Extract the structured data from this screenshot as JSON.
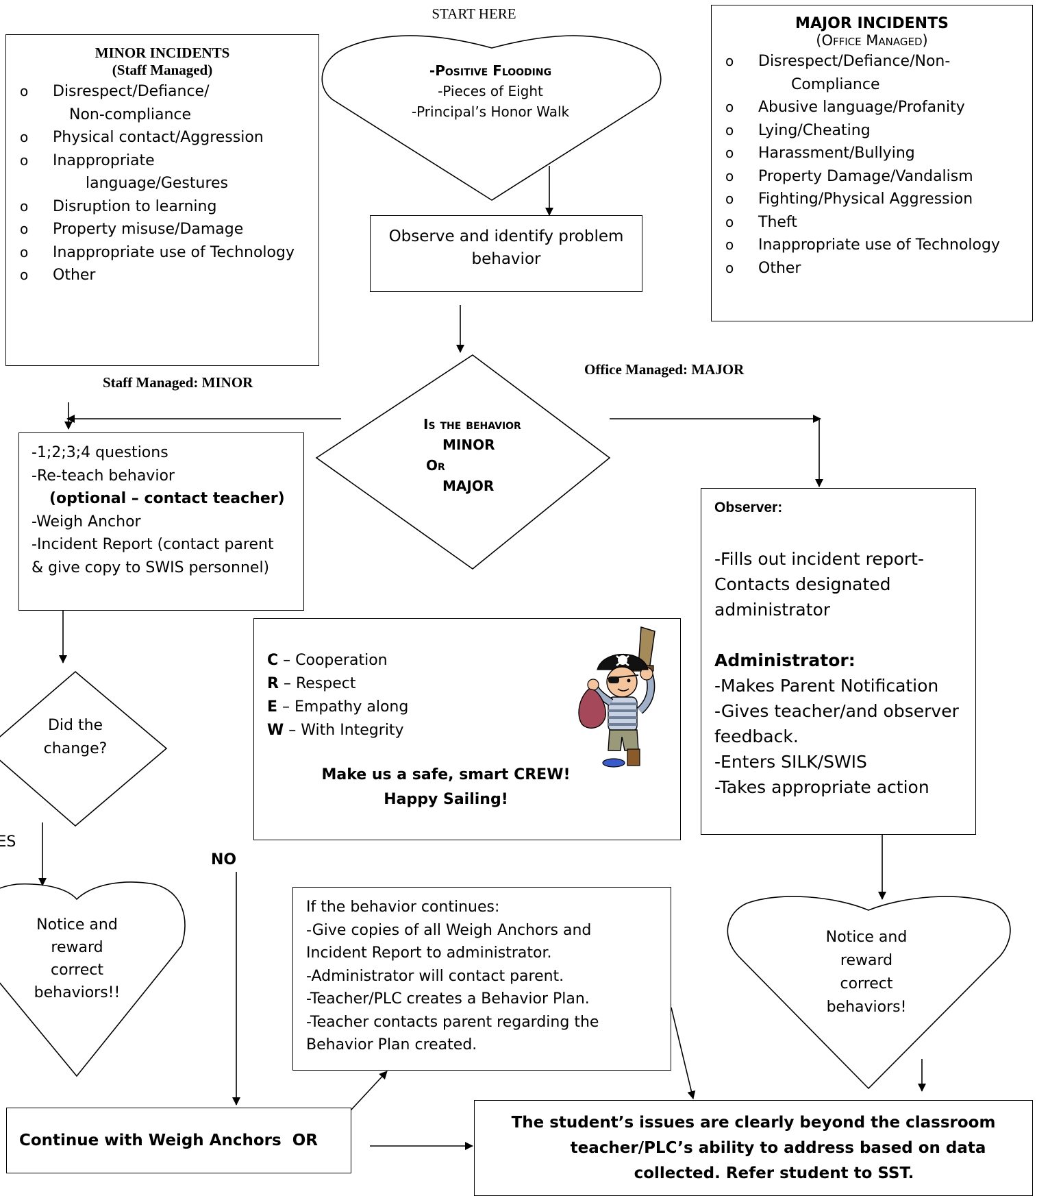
{
  "start_label": "START HERE",
  "positive_heart": {
    "title": "-Positive Flooding",
    "items": [
      "-Pieces of Eight",
      "-Principal’s Honor Walk"
    ]
  },
  "minor_box": {
    "title": "MINOR INCIDENTS",
    "subtitle": "(Staff Managed)",
    "items": [
      [
        "Disrespect/Defiance/",
        "Non-compliance"
      ],
      [
        "Physical contact/Aggression"
      ],
      [
        "Inappropriate",
        "language/Gestures"
      ],
      [
        "Disruption to learning"
      ],
      [
        "Property misuse/Damage"
      ],
      [
        "Inappropriate use of Technology"
      ],
      [
        "Other"
      ]
    ]
  },
  "major_box": {
    "title": "MAJOR INCIDENTS",
    "subtitle": "(Office Managed)",
    "items": [
      [
        "Disrespect/Defiance/Non-",
        "Compliance"
      ],
      [
        "Abusive language/Profanity"
      ],
      [
        "Lying/Cheating"
      ],
      [
        "Harassment/Bullying"
      ],
      [
        "Property Damage/Vandalism"
      ],
      [
        "Fighting/Physical Aggression"
      ],
      [
        "Theft"
      ],
      [
        "Inappropriate use of Technology"
      ],
      [
        "Other"
      ]
    ]
  },
  "observe_box": {
    "line1": "Observe and identify problem",
    "line2": "behavior"
  },
  "decision": {
    "line1": "Is the behavior",
    "line2": "MINOR",
    "line3": "Or",
    "line4": "MAJOR",
    "left_label_a": "Staff Managed",
    "left_label_b": ":  MINOR",
    "right_label": "Office Managed: MAJOR"
  },
  "minor_actions": {
    "l1": "-1;2;3;4 questions",
    "l2": "-Re-teach behavior",
    "l3": "(optional – contact teacher)",
    "l4": "-Weigh Anchor",
    "l5": "-Incident Report (contact parent",
    "l6": "& give copy to SWIS personnel)"
  },
  "did_change": {
    "line1": "Did  the",
    "line2": "change?"
  },
  "yes_label": "YES",
  "no_label": "NO",
  "left_heart": {
    "l1": "Notice and",
    "l2": "reward",
    "l3": "correct",
    "l4": "behaviors!!"
  },
  "crew_box": {
    "rows": [
      {
        "letter": "C",
        "text": " – Cooperation"
      },
      {
        "letter": "R",
        "text": " – Respect"
      },
      {
        "letter": "E",
        "text": " – Empathy along"
      },
      {
        "letter": "W",
        "text": " – With Integrity"
      }
    ],
    "slogan1": "Make us a safe, smart CREW!",
    "slogan2": "Happy Sailing!"
  },
  "pirate_icon": "pirate-icon",
  "observer_box": {
    "observer_title": "Observer:",
    "o1": "-Fills out incident report-",
    "o2": "Contacts designated",
    "o3": "administrator",
    "admin_title": "Administrator:",
    "a1": "-Makes Parent Notification",
    "a2": "-Gives teacher/and observer",
    "a3": "feedback.",
    "a4": "-Enters SILK/SWIS",
    "a5": "-Takes appropriate action"
  },
  "continues_box": {
    "l1": "If the behavior continues:",
    "l2": "-Give copies of all Weigh Anchors and",
    "l3": "Incident Report to administrator.",
    "l4": "-Administrator will contact parent.",
    "l5": "-Teacher/PLC creates a Behavior Plan.",
    "l6": "-Teacher contacts parent regarding the",
    "l7": "Behavior Plan created."
  },
  "right_heart": {
    "l1": "Notice and",
    "l2": "reward",
    "l3": "correct",
    "l4": "behaviors!"
  },
  "continue_box": {
    "text": "Continue with Weigh Anchors  OR"
  },
  "sst_box": {
    "l1": "The student’s issues are clearly beyond the classroom",
    "l2": "teacher/PLC’s ability to address based on data",
    "l3": "collected.  Refer student to SST."
  }
}
